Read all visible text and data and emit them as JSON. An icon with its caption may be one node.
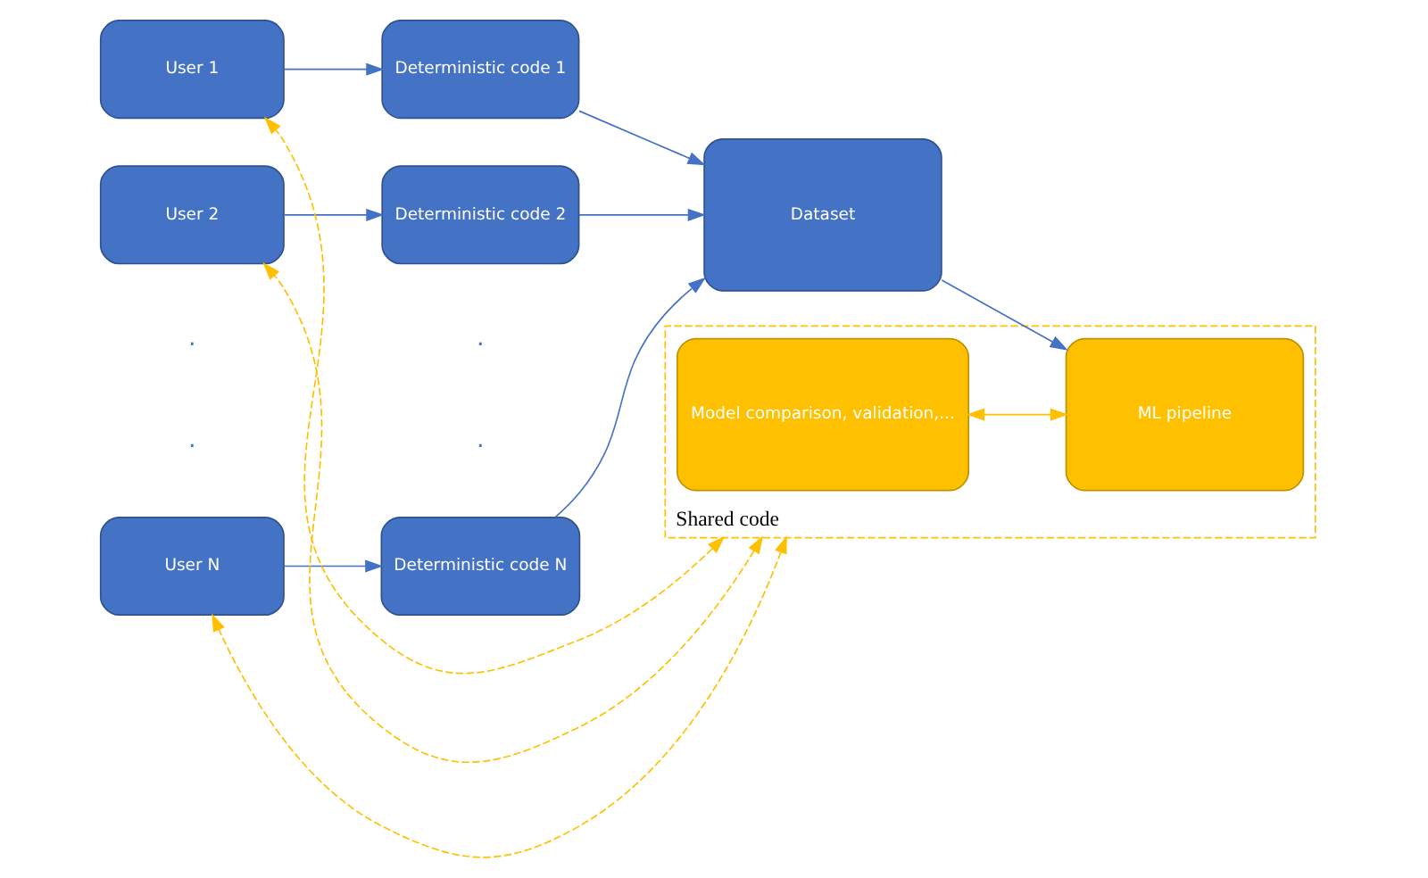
{
  "diagram": {
    "nodes": [
      {
        "text": [
          "User 1"
        ]
      },
      {
        "text": [
          "Deterministic code 1"
        ]
      },
      {
        "text": [
          "User 2"
        ]
      },
      {
        "text": [
          "Deterministic code 2"
        ]
      },
      {
        "text": [
          "Dataset"
        ]
      },
      {
        "text": [
          "User N"
        ]
      },
      {
        "text": [
          "Deterministic code N"
        ]
      },
      {
        "text": [
          "Shared code"
        ]
      },
      {
        "text": [
          "Model comparison, validation,..."
        ],
        "in": 7
      },
      {
        "text": [
          "ML pipeline"
        ],
        "in": 7
      }
    ],
    "edges": [
      {
        "from": 0,
        "to": 1,
        "arrow": "to"
      },
      {
        "from": 2,
        "to": 3,
        "arrow": "to"
      },
      {
        "from": 5,
        "to": 6,
        "arrow": "to"
      },
      {
        "from": 1,
        "to": 4,
        "arrow": "to"
      },
      {
        "from": 3,
        "to": 4,
        "arrow": "to"
      },
      {
        "from": 6,
        "to": 4,
        "arrow": "to"
      },
      {
        "from": 4,
        "to": 9,
        "arrow": "to"
      },
      {
        "from": 8,
        "to": 9,
        "arrow": "both",
        "color": "#ffc000"
      },
      {
        "from": 7,
        "to": 0,
        "arrow": "both",
        "style": "dashed",
        "color": "#ffc000"
      },
      {
        "from": 7,
        "to": 2,
        "arrow": "both",
        "style": "dashed",
        "color": "#ffc000"
      },
      {
        "from": 7,
        "to": 5,
        "arrow": "both",
        "style": "dashed",
        "color": "#ffc000"
      }
    ],
    "labels": [
      ".",
      ".",
      ".",
      "."
    ]
  }
}
